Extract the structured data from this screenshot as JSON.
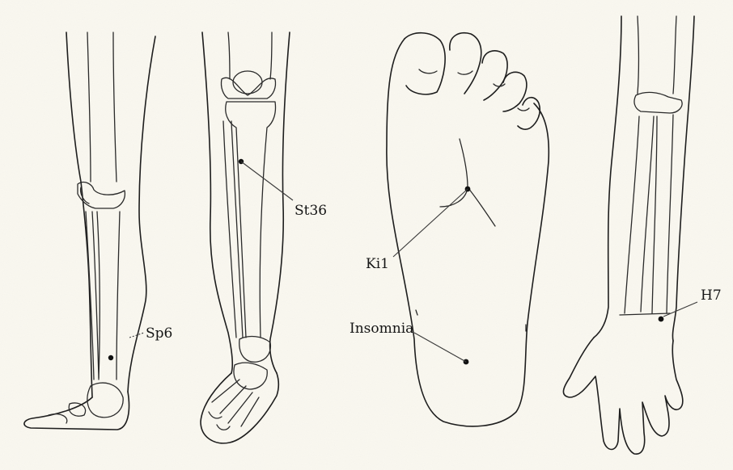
{
  "labels": {
    "sp6": "Sp6",
    "st36": "St36",
    "ki1": "Ki1",
    "insomnia": "Insomnia",
    "h7": "H7"
  },
  "colors": {
    "background": "#faf8f0",
    "ink": "#1e1e1e"
  }
}
